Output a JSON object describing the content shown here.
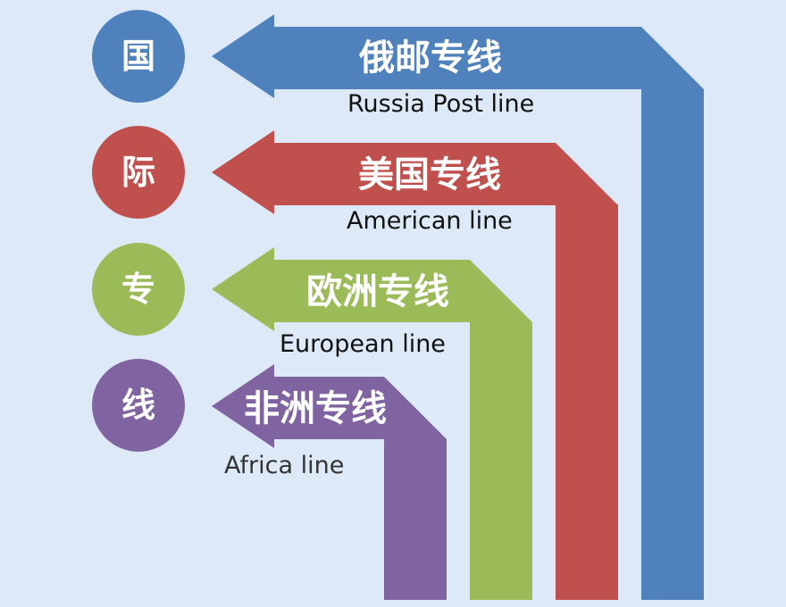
{
  "circles": [
    {
      "char": "国",
      "color": "#4f81bd"
    },
    {
      "char": "际",
      "color": "#c0504d"
    },
    {
      "char": "专",
      "color": "#9bbb59"
    },
    {
      "char": "线",
      "color": "#8064a2"
    }
  ],
  "lines": [
    {
      "title": "俄邮专线",
      "label": "Russia Post line",
      "color": "#4f81bd"
    },
    {
      "title": "美国专线",
      "label": "American  line",
      "color": "#c0504d"
    },
    {
      "title": "欧洲专线",
      "label": "European line",
      "color": "#9bbb59"
    },
    {
      "title": "非洲专线",
      "label": "Africa line",
      "color": "#8064a2"
    }
  ]
}
